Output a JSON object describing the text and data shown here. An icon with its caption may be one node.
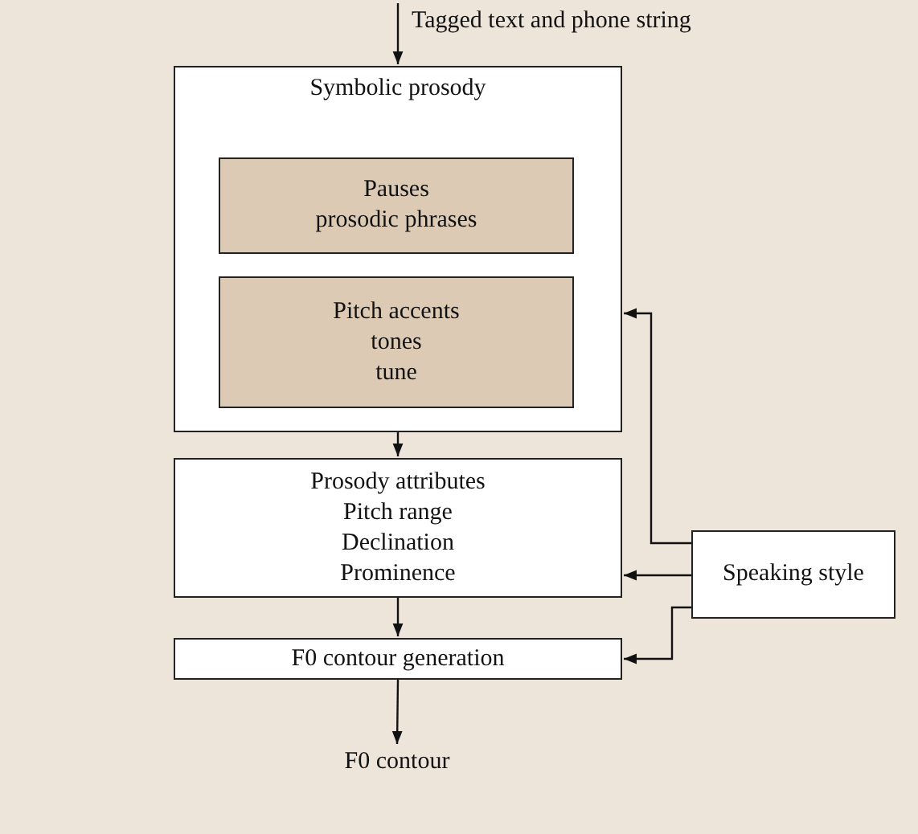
{
  "diagram": {
    "nodes": [
      {
        "text": [
          "Symbolic prosody"
        ]
      },
      {
        "text": [
          "Pauses",
          "prosodic phrases"
        ],
        "in": 0
      },
      {
        "text": [
          "Pitch accents",
          "tones",
          "tune"
        ],
        "in": 0
      },
      {
        "text": [
          "Prosody attributes",
          "Pitch range",
          "Declination",
          "Prominence"
        ]
      },
      {
        "text": [
          "F0 contour generation"
        ]
      },
      {
        "text": [
          "Speaking style"
        ]
      },
      {
        "text": [
          "F0 contour"
        ]
      }
    ],
    "edges": [
      {
        "from": null,
        "to": 0,
        "arrow": "to",
        "label": "Tagged text and phone string"
      },
      {
        "from": 0,
        "to": 3,
        "arrow": "to"
      },
      {
        "from": 3,
        "to": 4,
        "arrow": "to"
      },
      {
        "from": 4,
        "to": 6,
        "arrow": "to"
      },
      {
        "from": 5,
        "to": 0,
        "arrow": "to"
      },
      {
        "from": 5,
        "to": 3,
        "arrow": "to"
      },
      {
        "from": 5,
        "to": 4,
        "arrow": "to"
      }
    ]
  }
}
